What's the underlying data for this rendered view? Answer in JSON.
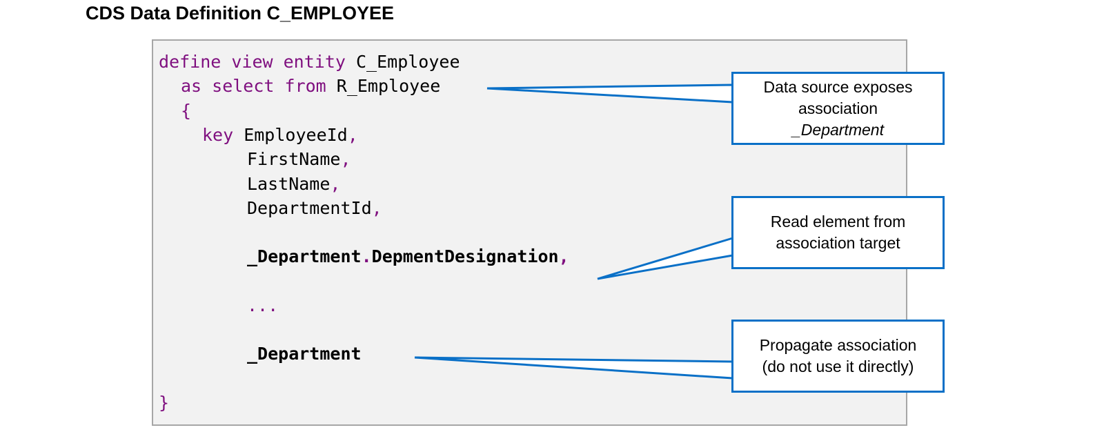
{
  "title": "CDS Data Definition C_EMPLOYEE",
  "code": {
    "l1_kw": "define view entity",
    "l1_name": " C_Employee",
    "l2_kw": "as select from",
    "l2_name": " R_Employee",
    "l3_brace": "{",
    "l4_kw": "key",
    "l4_field": " EmployeeId",
    "l5_field": "FirstName",
    "l6_field": "LastName",
    "l7_field": "DepartmentId",
    "l8_assoc": "_Department",
    "l8_dot": ".",
    "l8_elem": "DepmentDesignation",
    "comma": ",",
    "ellipsis": "...",
    "l10_assoc": "_Department",
    "l11_brace": "}"
  },
  "callouts": {
    "c1_line1": "Data source exposes",
    "c1_line2_prefix": "association ",
    "c1_line2_italic": "_Department",
    "c2_line1": "Read element from",
    "c2_line2": "association target",
    "c3_line1": "Propagate association",
    "c3_line2": "(do not use it directly)"
  },
  "colors": {
    "keyword": "#7f0f7f",
    "callout_border": "#0a70c7",
    "code_background": "#f2f2f2"
  }
}
